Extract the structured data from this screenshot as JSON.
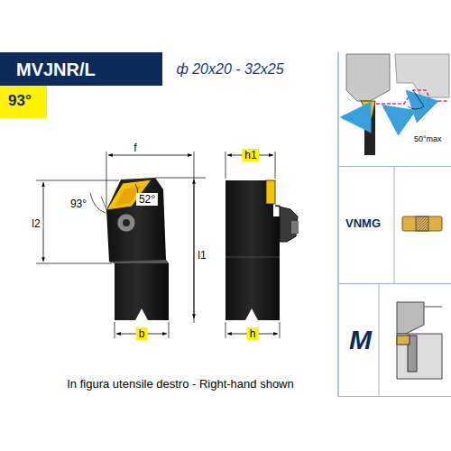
{
  "diagram": {
    "caption": "In figura utensile destro - Right-hand shown",
    "nodes": [
      {
        "text": [
          "MVJNR/L"
        ]
      },
      {
        "text": [
          "93°"
        ]
      },
      {
        "text": [
          "50°max"
        ]
      },
      {
        "text": [
          "VNMG"
        ]
      },
      {
        "text": [
          "M"
        ]
      }
    ],
    "labels": [
      "ф 20x20 - 32x25",
      "f",
      "93°",
      "52°",
      "l2",
      "l1",
      "h1",
      "b",
      "h"
    ]
  }
}
